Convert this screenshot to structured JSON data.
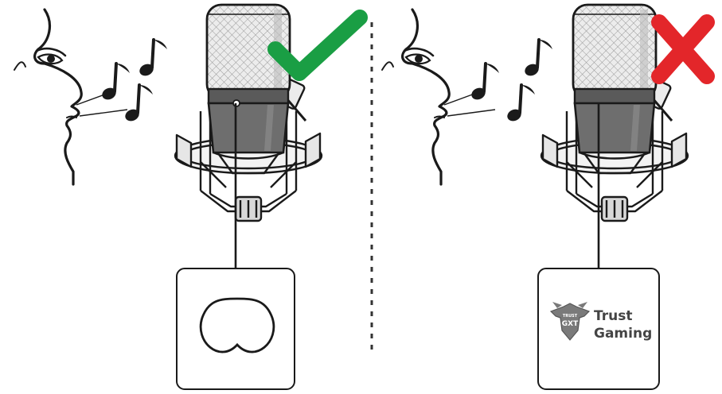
{
  "panels": {
    "left": {
      "mark": "checkmark-icon",
      "mark_color": "#1a9e44",
      "card_icon": "cardioid-pattern-icon"
    },
    "right": {
      "mark": "cross-icon",
      "mark_color": "#e3262a",
      "card_brand": {
        "logo_line1": "TRUST",
        "logo_line2": "GXT",
        "name_line1": "Trust",
        "name_line2": "Gaming"
      }
    }
  },
  "colors": {
    "outline": "#1a1a1a",
    "mic_body": "#6e6e6e",
    "mic_body_dark": "#5a5a5a",
    "grille": "#e9e9e9",
    "shadow": "#d7d7d7",
    "divider": "#333333"
  },
  "icons": [
    "face-profile-icon",
    "music-note-icon",
    "microphone-icon",
    "shock-mount-icon"
  ]
}
